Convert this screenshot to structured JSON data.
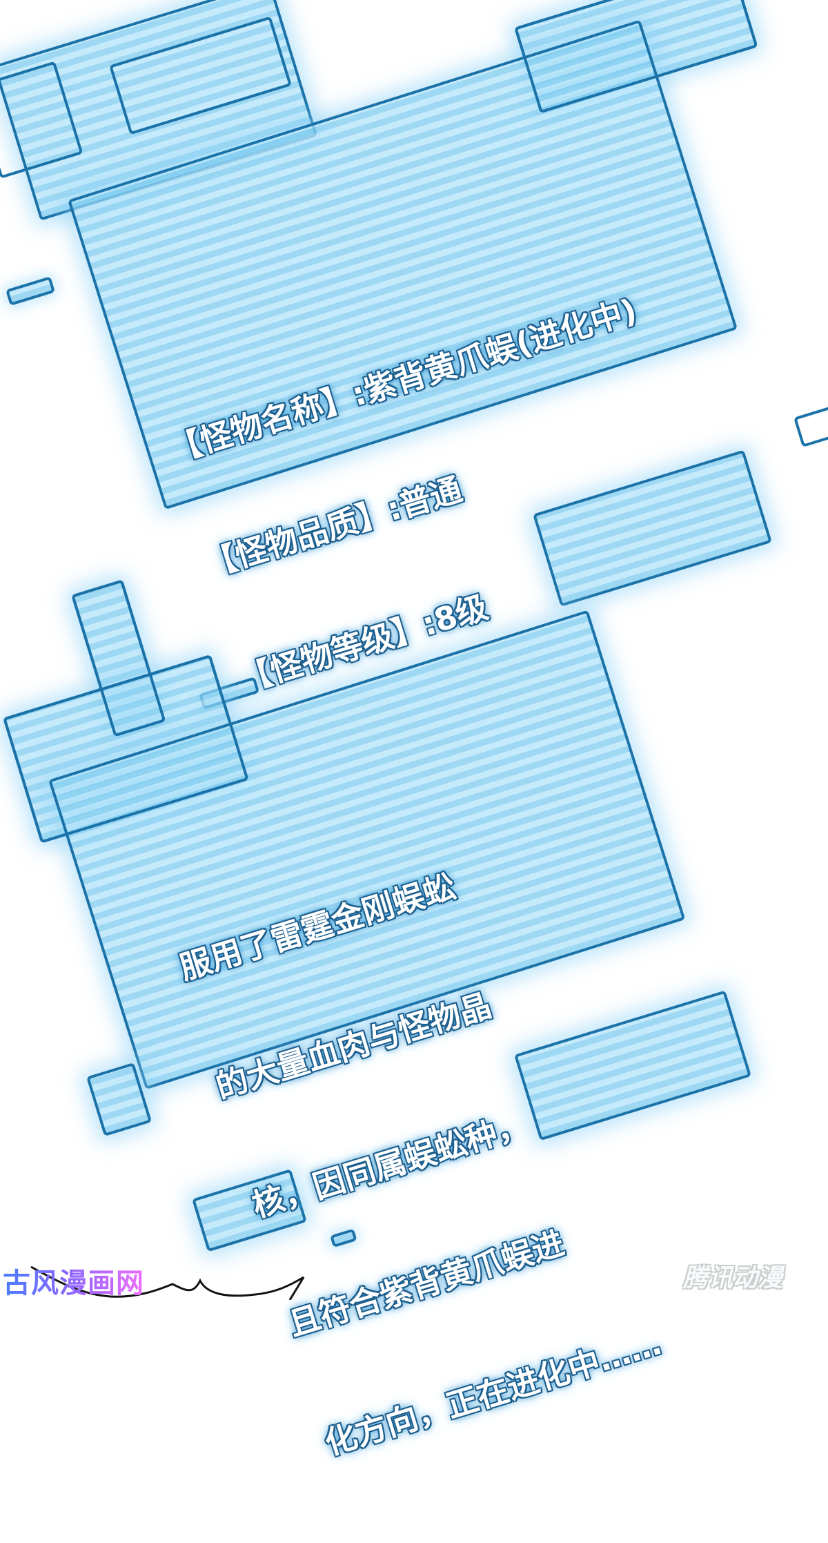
{
  "scene": {
    "type": "comic-panel",
    "description": "holographic system status window"
  },
  "colors": {
    "panel_border": "#1a72a8",
    "stripe_dark": "#82cdf0",
    "stripe_light": "#b4e4fa",
    "glow": "#8cd2f5",
    "text_fill": "#ffffff",
    "text_outline": "#1d5f8e",
    "background": "#ffffff"
  },
  "status_window": {
    "lines": [
      "【怪物名称】:紫背黄爪蜈(进化中)",
      "【怪物品质】:普通",
      "【怪物等级】:8级"
    ],
    "fields": [
      {
        "label": "怪物名称",
        "value": "紫背黄爪蜈(进化中)"
      },
      {
        "label": "怪物品质",
        "value": "普通"
      },
      {
        "label": "怪物等级",
        "value": "8级"
      }
    ]
  },
  "description_window": {
    "lines": [
      "服用了雷霆金刚蜈蚣",
      "的大量血肉与怪物晶",
      "核，因同属蜈蚣种，",
      "且符合紫背黄爪蜈进",
      "化方向，正在进化中……"
    ]
  },
  "watermarks": {
    "left": "古风漫画网",
    "right": "腾讯动漫"
  }
}
